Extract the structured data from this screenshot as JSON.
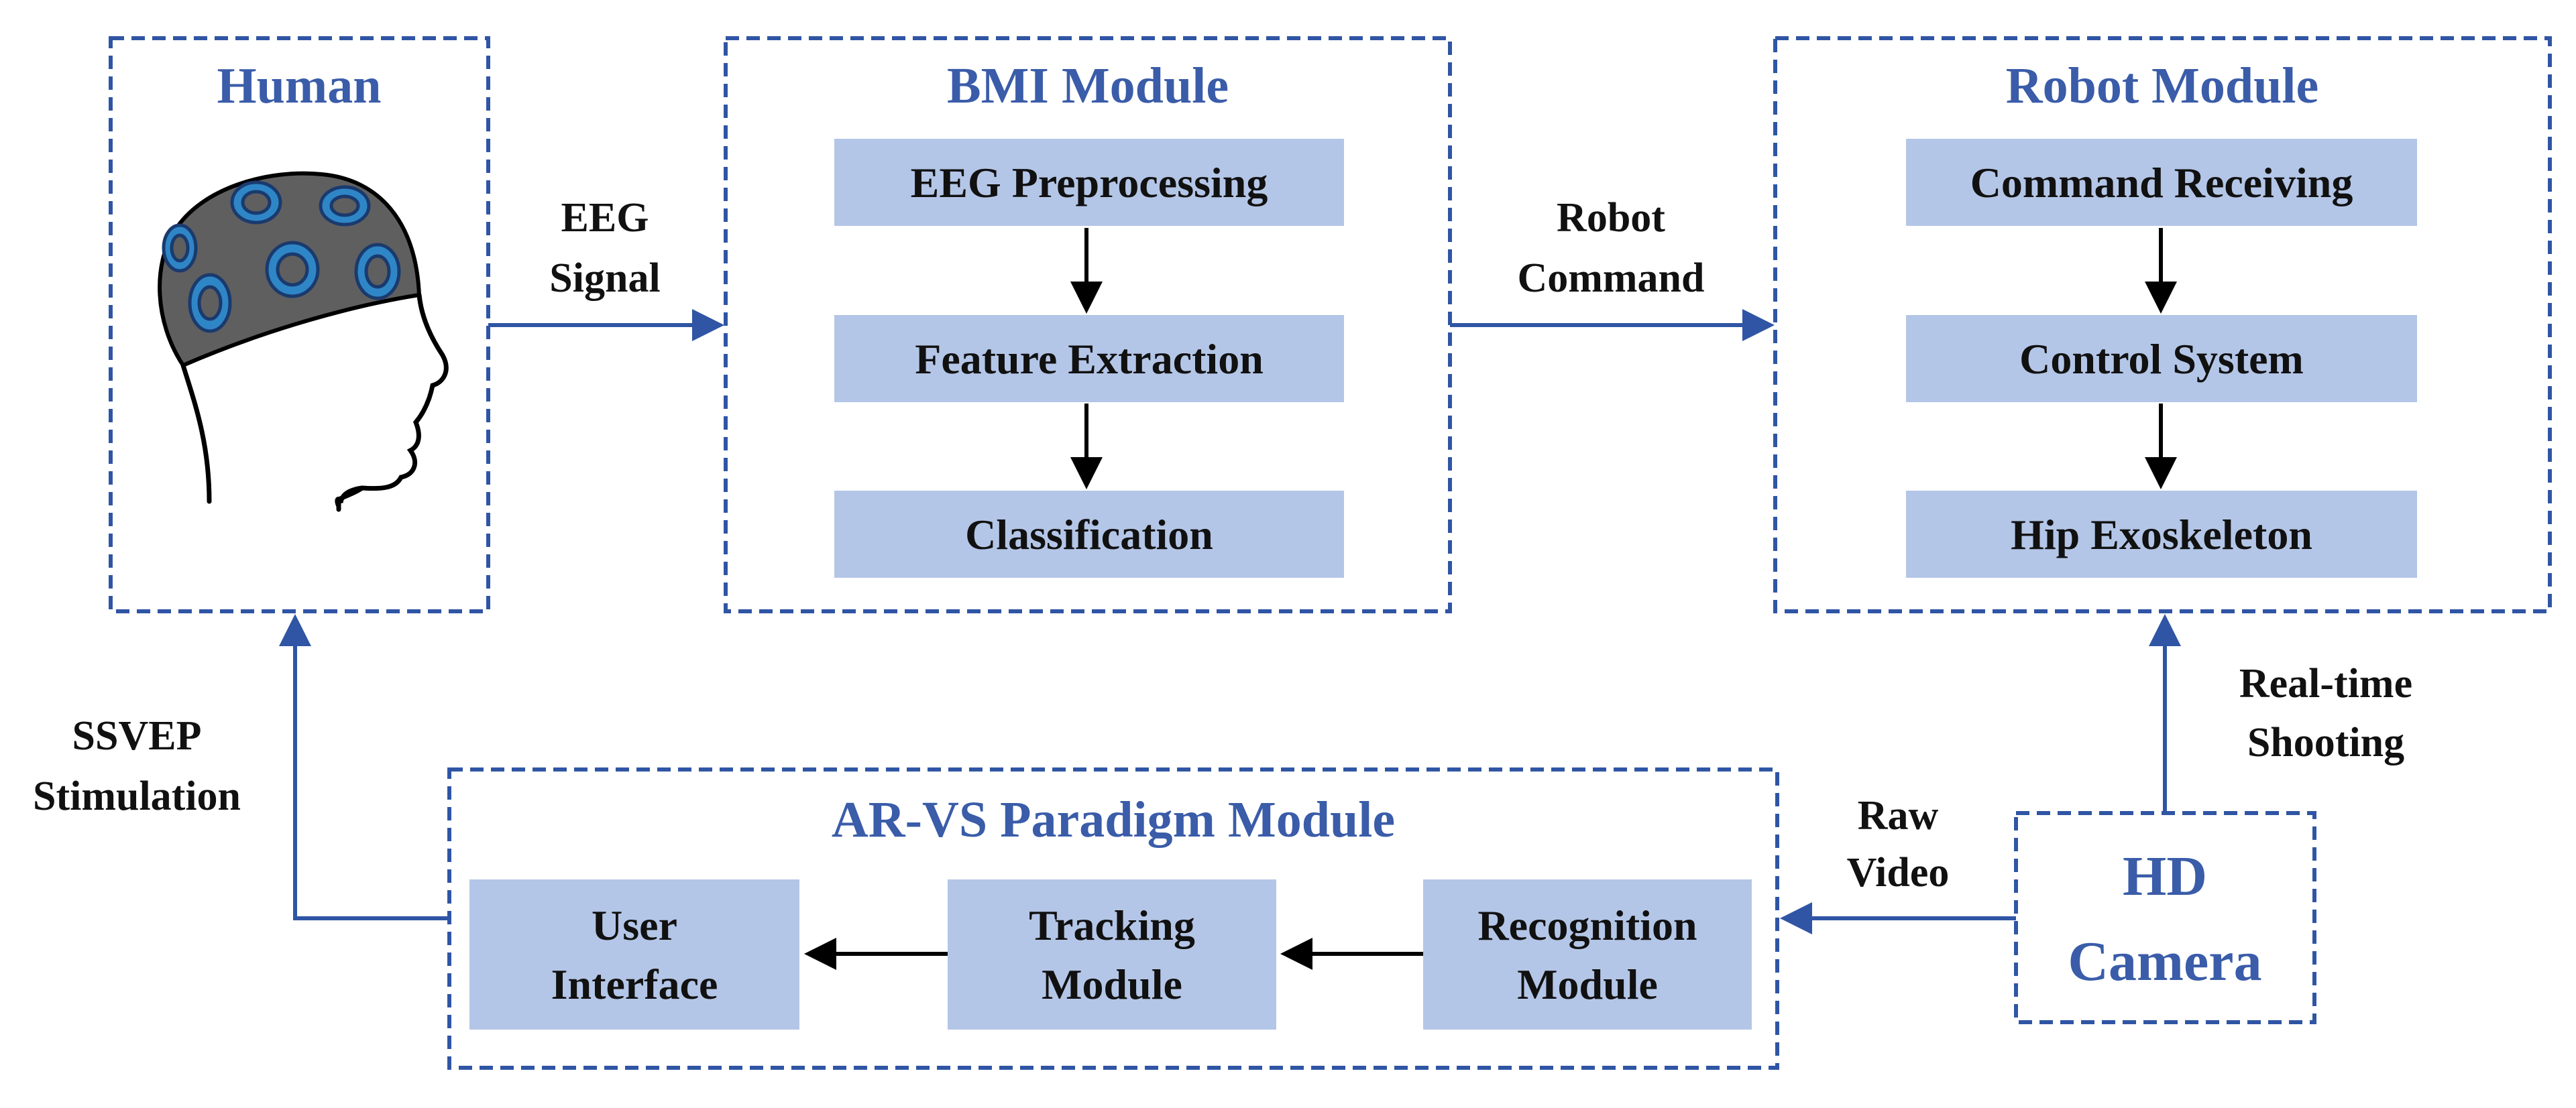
{
  "colors": {
    "accent": "#2f55a4",
    "box_fill": "#b4c6e7",
    "title": "#3a5ca9",
    "head_fill": "#5f5f5f",
    "electrode": "#2f86c6",
    "text": "#111111"
  },
  "modules": {
    "human": {
      "title": "Human"
    },
    "bmi": {
      "title": "BMI Module",
      "steps": [
        "EEG Preprocessing",
        "Feature Extraction",
        "Classification"
      ]
    },
    "robot": {
      "title": "Robot Module",
      "steps": [
        "Command Receiving",
        "Control System",
        "Hip Exoskeleton"
      ]
    },
    "arvs": {
      "title": "AR-VS Paradigm Module",
      "steps": [
        {
          "line1": "User",
          "line2": "Interface"
        },
        {
          "line1": "Tracking",
          "line2": "Module"
        },
        {
          "line1": "Recognition",
          "line2": "Module"
        }
      ]
    },
    "camera": {
      "line1": "HD",
      "line2": "Camera"
    }
  },
  "edges": {
    "eeg_signal": {
      "line1": "EEG",
      "line2": "Signal"
    },
    "robot_command": {
      "line1": "Robot",
      "line2": "Command"
    },
    "realtime_shooting": {
      "line1": "Real-time",
      "line2": "Shooting"
    },
    "raw_video": {
      "line1": "Raw",
      "line2": "Video"
    },
    "ssvep_stimulation": {
      "line1": "SSVEP",
      "line2": "Stimulation"
    }
  }
}
